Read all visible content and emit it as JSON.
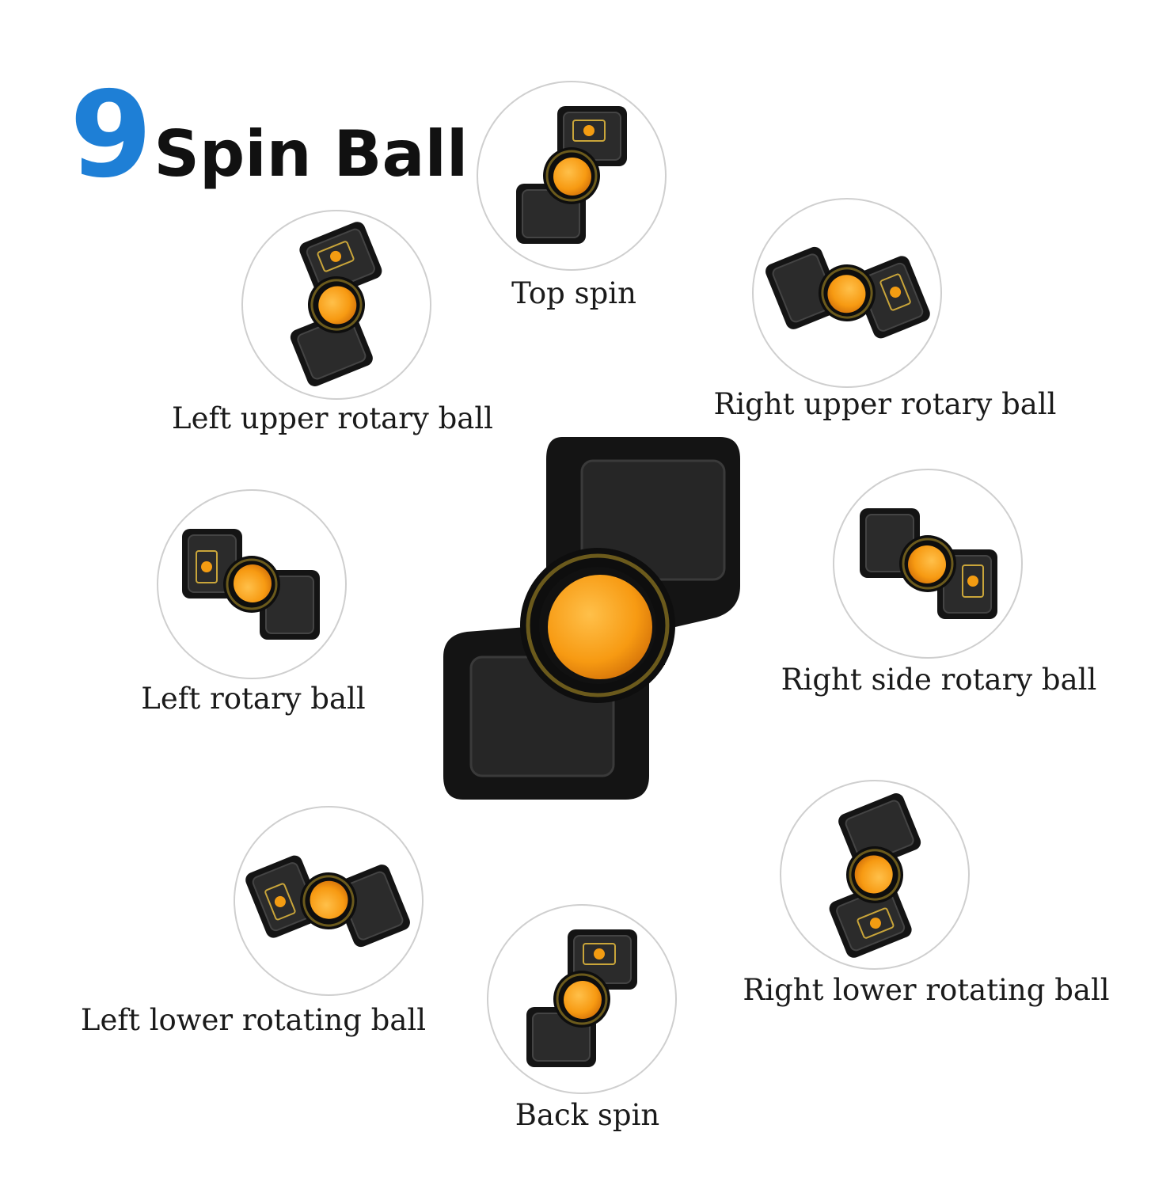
{
  "title": {
    "number": "9",
    "text": "Spin Ball"
  },
  "colors": {
    "number_blue": "#1e7fd6",
    "device_black": "#141414",
    "ball_orange": "#f9a11b"
  },
  "spins": [
    {
      "id": "top-spin",
      "label": "Top spin",
      "rotation": 0
    },
    {
      "id": "left-upper-rotary-ball",
      "label": "Left upper rotary ball",
      "rotation": -22
    },
    {
      "id": "right-upper-rotary-ball",
      "label": "Right upper rotary ball",
      "rotation": 68
    },
    {
      "id": "left-rotary-ball",
      "label": "Left rotary ball",
      "rotation": -90
    },
    {
      "id": "right-side-rotary-ball",
      "label": "Right side rotary ball",
      "rotation": 90
    },
    {
      "id": "left-lower-rotating-ball",
      "label": "Left lower rotating ball",
      "rotation": -112
    },
    {
      "id": "back-spin",
      "label": "Back spin",
      "rotation": 0
    },
    {
      "id": "right-lower-rotating-ball",
      "label": "Right lower rotating ball",
      "rotation": 158
    }
  ]
}
